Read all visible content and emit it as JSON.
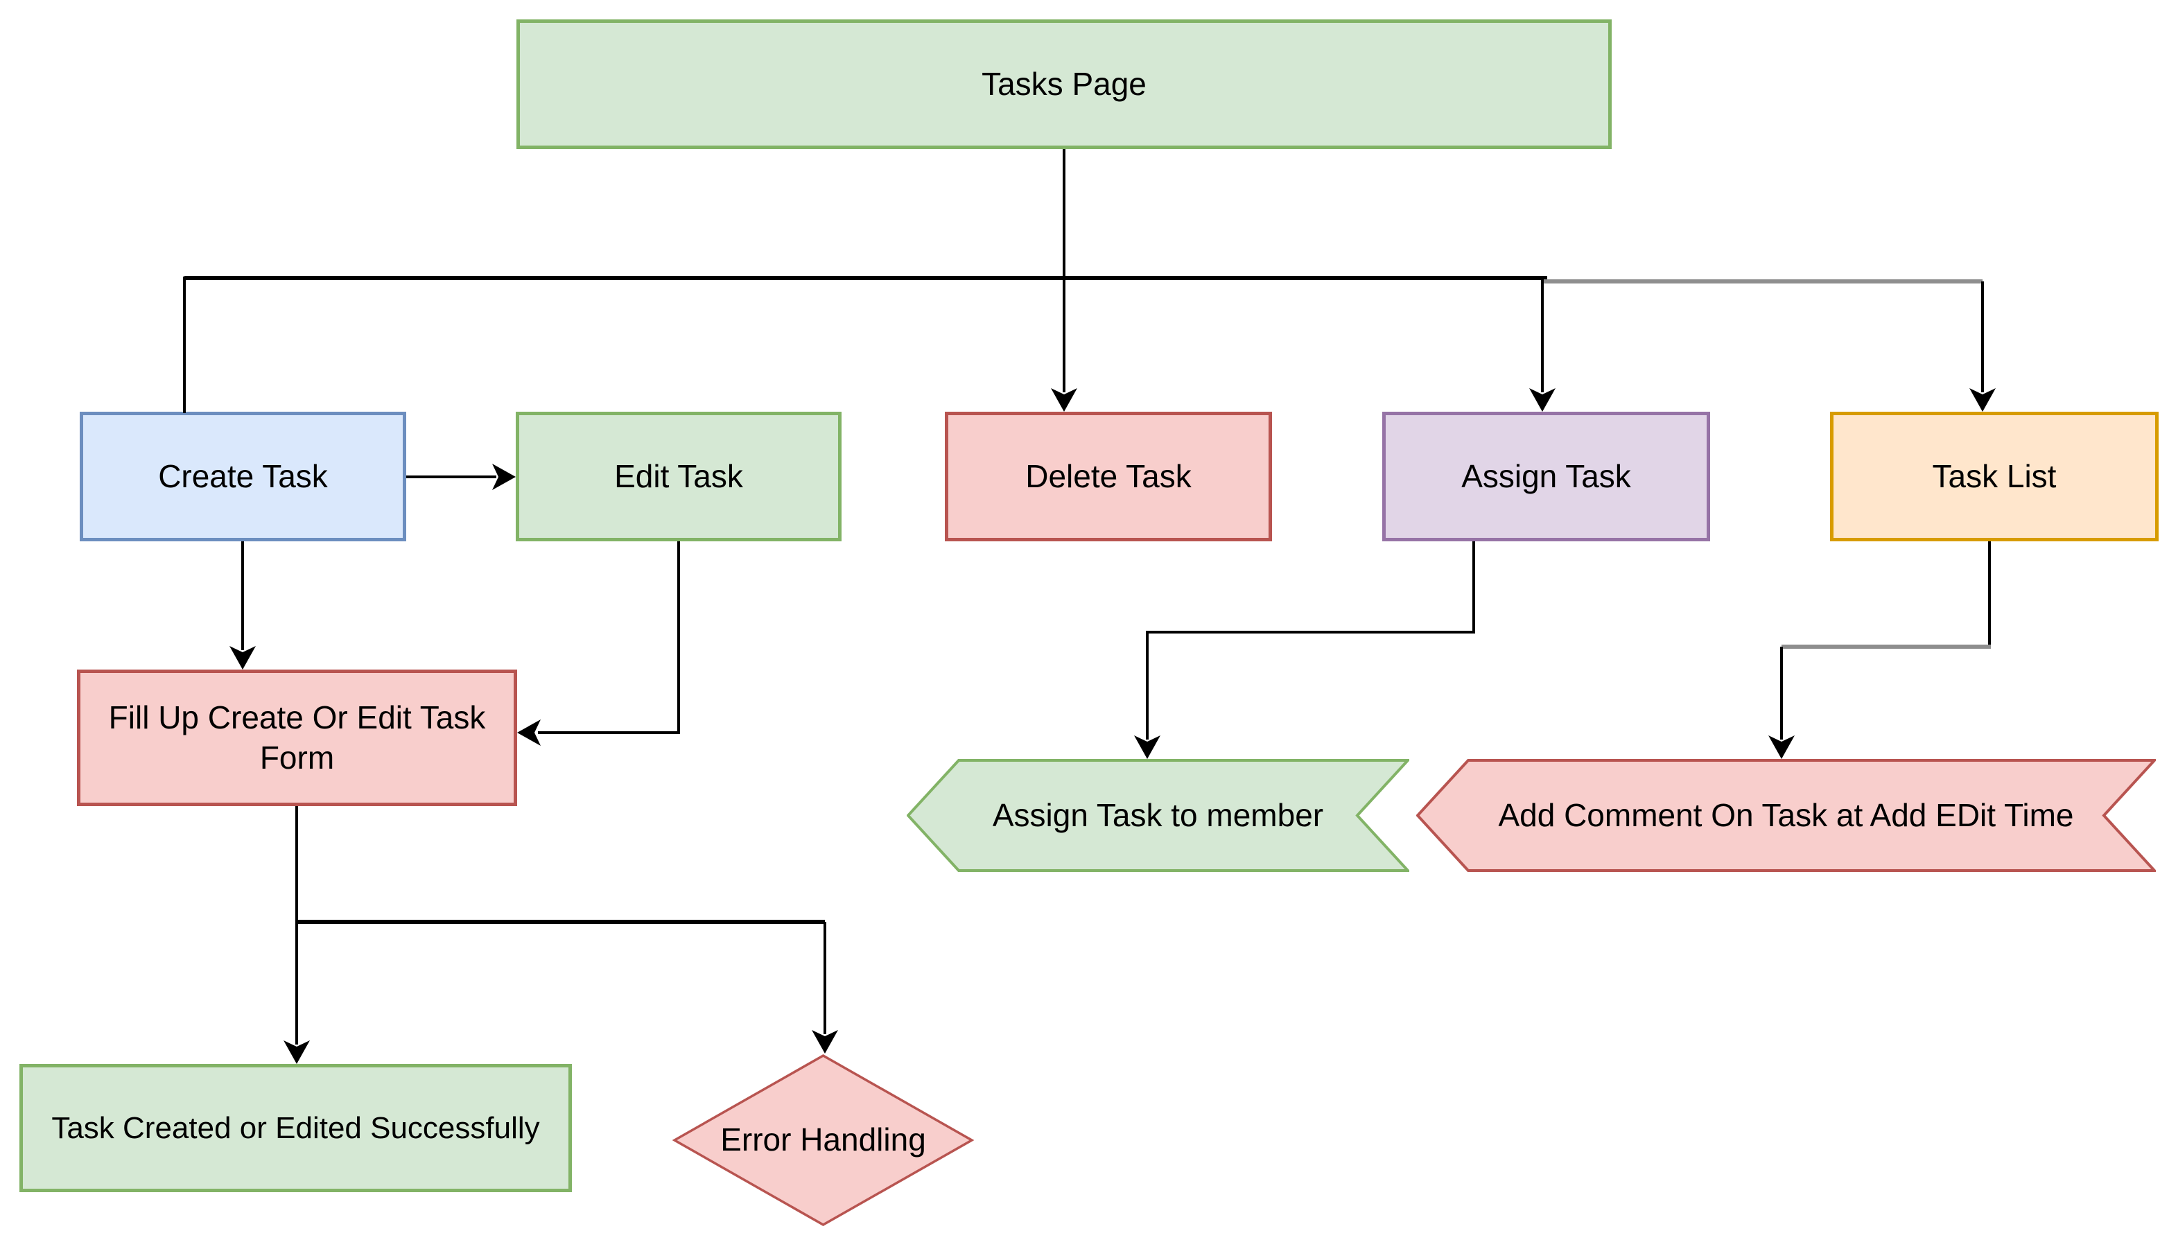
{
  "diagram": {
    "kind": "flowchart",
    "background": "#ffffff",
    "connector_color": "#000000",
    "connector_secondary_color": "#8e8e8e",
    "nodes": {
      "tasks_page": {
        "label": "Tasks Page",
        "shape": "rectangle",
        "fill": "#d5e8d4",
        "stroke": "#82b366"
      },
      "create_task": {
        "label": "Create Task",
        "shape": "rectangle",
        "fill": "#dae8fc",
        "stroke": "#6c8ebf"
      },
      "edit_task": {
        "label": "Edit Task",
        "shape": "rectangle",
        "fill": "#d5e8d4",
        "stroke": "#82b366"
      },
      "delete_task": {
        "label": "Delete Task",
        "shape": "rectangle",
        "fill": "#f8cecc",
        "stroke": "#b85450"
      },
      "assign_task": {
        "label": "Assign Task",
        "shape": "rectangle",
        "fill": "#e1d5e7",
        "stroke": "#9673a6"
      },
      "task_list": {
        "label": "Task List",
        "shape": "rectangle",
        "fill": "#ffe6cc",
        "stroke": "#d79b00"
      },
      "fill_form": {
        "label": "Fill Up Create Or Edit Task Form",
        "shape": "rectangle",
        "fill": "#f8cecc",
        "stroke": "#b85450"
      },
      "assign_member": {
        "label": "Assign Task to member",
        "shape": "chevron-left",
        "fill": "#d5e8d4",
        "stroke": "#82b366"
      },
      "add_comment": {
        "label": "Add Comment On Task at Add EDit Time",
        "shape": "chevron-left",
        "fill": "#f8cecc",
        "stroke": "#b85450"
      },
      "success": {
        "label": "Task Created or Edited Successfully",
        "shape": "rectangle",
        "fill": "#d5e8d4",
        "stroke": "#82b366"
      },
      "error": {
        "label": "Error Handling",
        "shape": "diamond",
        "fill": "#f8cecc",
        "stroke": "#b85450"
      }
    },
    "edges": [
      {
        "from": "tasks_page",
        "to": "create_task",
        "arrowhead": false
      },
      {
        "from": "tasks_page",
        "to": "delete_task",
        "arrowhead": true
      },
      {
        "from": "tasks_page",
        "to": "assign_task",
        "arrowhead": true
      },
      {
        "from": "tasks_page",
        "to": "task_list",
        "arrowhead": true
      },
      {
        "from": "create_task",
        "to": "edit_task",
        "arrowhead": true
      },
      {
        "from": "create_task",
        "to": "fill_form",
        "arrowhead": true
      },
      {
        "from": "edit_task",
        "to": "fill_form",
        "arrowhead": true
      },
      {
        "from": "fill_form",
        "to": "success",
        "arrowhead": true
      },
      {
        "from": "fill_form",
        "to": "error",
        "arrowhead": true
      },
      {
        "from": "assign_task",
        "to": "assign_member",
        "arrowhead": true
      },
      {
        "from": "task_list",
        "to": "add_comment",
        "arrowhead": true
      }
    ]
  }
}
